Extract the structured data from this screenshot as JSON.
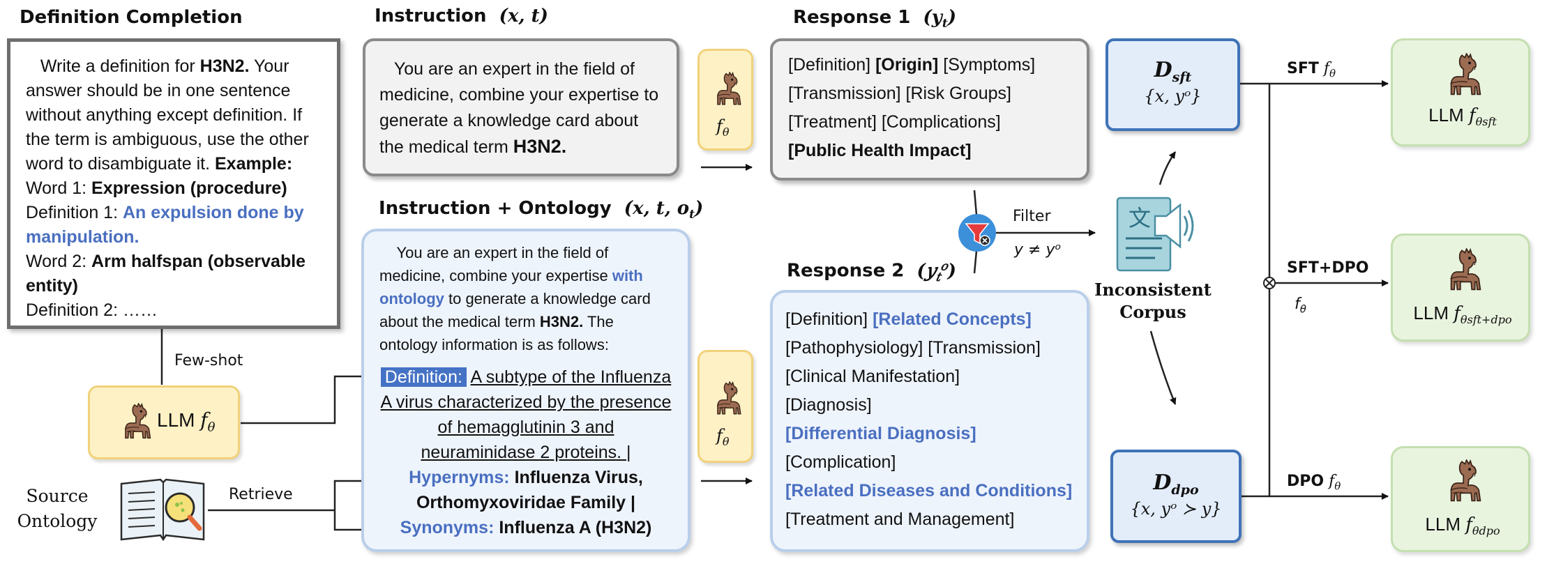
{
  "headers": {
    "definition_completion": "Definition Completion",
    "instruction": "Instruction",
    "instruction_math": "(x, t)",
    "instruction_ontology": "Instruction + Ontology",
    "instruction_ontology_math": "(x, t, o_t)",
    "response1": "Response 1",
    "response1_math": "(y_t)",
    "response2": "Response 2",
    "response2_math": "(y_t^o)"
  },
  "definition_box": {
    "intro_pre": "Write a definition for ",
    "term": "H3N2.",
    "intro_post": " Your answer should be in one sentence without anything except definition. If the term is ambiguous, use the other word to disambiguate it. ",
    "example_label": "Example:",
    "word1_label": "Word 1: ",
    "word1": "Expression (procedure)",
    "def1_label": "Definition 1: ",
    "def1": "An expulsion done by manipulation.",
    "word2_label": "Word 2: ",
    "word2": "Arm halfspan (observable entity)",
    "def2": "Definition 2: ……"
  },
  "instruction_box": {
    "text": "You are an expert in the field of medicine, combine your expertise to generate a knowledge card about the medical term ",
    "term": "H3N2."
  },
  "ontology_box": {
    "p1": "You are an expert in the field of medicine, combine your expertise ",
    "p1_highlight": "with ontology",
    "p2": " to generate a knowledge card about the medical term ",
    "term": "H3N2.",
    "p3": " The ontology information is as follows:",
    "def_tag": "Definition:",
    "def_text": "A subtype of the Influenza A virus characterized by the presence of hemagglutinin 3 and neuraminidase 2 proteins. |",
    "hyp_label": "Hypernyms:",
    "hyp_text": "Influenza Virus, Orthomyxoviridae Family |",
    "syn_label": "Synonyms:",
    "syn_text": "Influenza A (H3N2)"
  },
  "response1": {
    "line1a": "[Definition] ",
    "line1b": "[Origin]",
    "line1c": " [Symptoms]",
    "line2": "[Transmission] [Risk Groups]",
    "line3": "[Treatment] [Complications]",
    "line4": "[Public Health Impact]"
  },
  "response2": {
    "line1a": "[Definition] ",
    "line1b": "[Related Concepts]",
    "line2": "[Pathophysiology] [Transmission]",
    "line3": "[Clinical Manifestation]",
    "line4": "[Diagnosis]",
    "line5": "[Differential Diagnosis]",
    "line6": "[Complication]",
    "line7": "[Related Diseases and Conditions]",
    "line8": "[Treatment and Management]"
  },
  "labels": {
    "few_shot": "Few-shot",
    "llm": "LLM",
    "f_theta": "fθ",
    "source_ontology_1": "Source",
    "source_ontology_2": "Ontology",
    "retrieve": "Retrieve",
    "filter": "Filter",
    "filter_cond": "y ≠ yᵒ",
    "inconsistent_1": "Inconsistent",
    "inconsistent_2": "Corpus",
    "sft": "SFT",
    "sft_dpo": "SFT+DPO",
    "dpo": "DPO"
  },
  "d_sft": {
    "title": "D",
    "sub": "sft",
    "set": "{x, yᵒ}"
  },
  "d_dpo": {
    "title": "D",
    "sub": "dpo",
    "set": "{x, yᵒ ≻ y}"
  },
  "models": {
    "sft": {
      "label": "LLM",
      "f": "f",
      "sub": "θsft"
    },
    "sft_dpo": {
      "label": "LLM",
      "f": "f",
      "sub": "θsft+dpo"
    },
    "dpo": {
      "label": "LLM",
      "f": "f",
      "sub": "θdpo"
    }
  },
  "colors": {
    "accent_blue": "#4a6fc0",
    "highlight_bg": "#4472c4",
    "d_border": "#3f73b6",
    "green_bg": "#e9f4df",
    "yellow_bg": "#fdf1c5"
  },
  "icons": [
    "llama-icon",
    "book-magnifier-icon",
    "filter-funnel-icon",
    "translate-speaker-icon",
    "otimes-icon"
  ]
}
